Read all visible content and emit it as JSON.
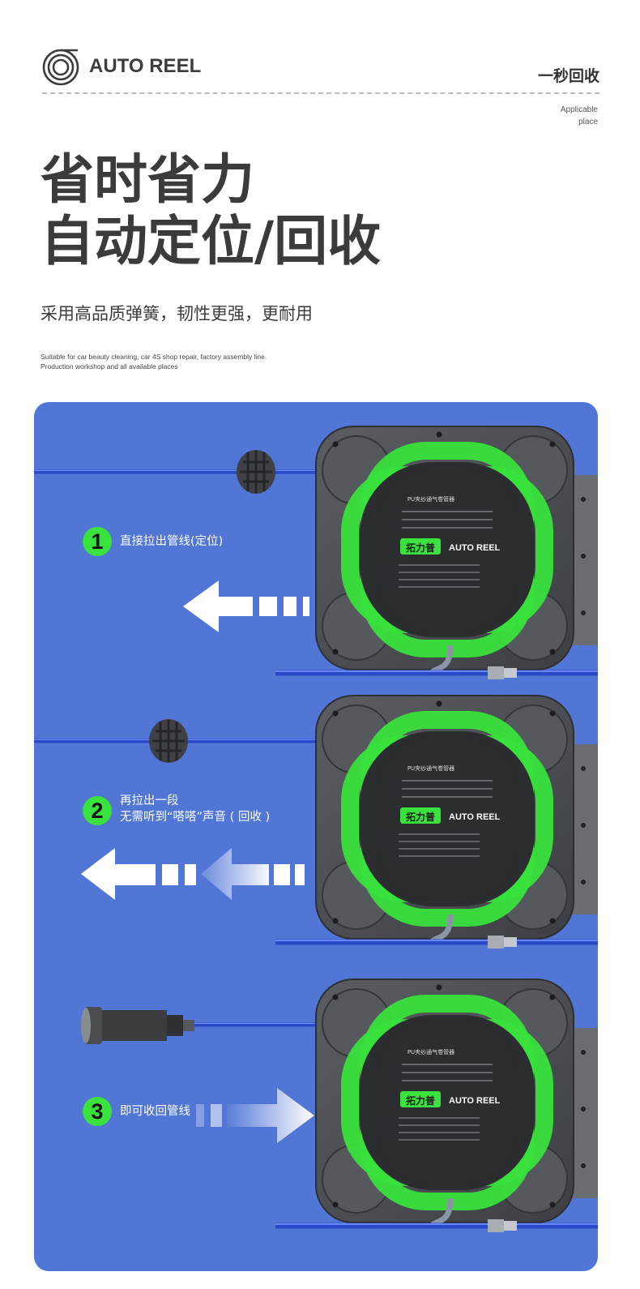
{
  "header": {
    "brand": "AUTO REEL",
    "tagline": "一秒回收",
    "applicable_line1": "Applicable",
    "applicable_line2": "place"
  },
  "hero": {
    "headline_line1": "省时省力",
    "headline_line2": "自动定位/回收",
    "subtitle": "采用高品质弹簧，韧性更强，更耐用",
    "english_line1": "Suitable for car beauty cleaning, car 4S shop repair, factory assembly line.",
    "english_line2": "Production workshop and all available places"
  },
  "steps": [
    {
      "number": "1",
      "text": "直接拉出管线(定位)",
      "text2": ""
    },
    {
      "number": "2",
      "text": "再拉出一段",
      "text2": "无需听到“嗒嗒”声音 ( 回收 )"
    },
    {
      "number": "3",
      "text": "即可收回管线",
      "text2": ""
    }
  ],
  "reel_label": {
    "brand_cn": "拓力普",
    "brand_en": "AUTO REEL",
    "product_line": "PU夹纱通气卷管器"
  },
  "colors": {
    "panel_blue": "#5176d6",
    "accent_green": "#39e23c",
    "reel_body": "#4b4e53",
    "hose_blue": "#2a49c8"
  }
}
